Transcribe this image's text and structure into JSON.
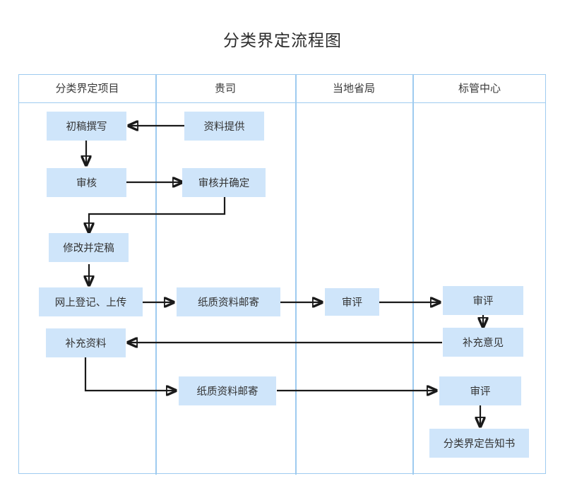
{
  "title": "分类界定流程图",
  "colors": {
    "node_fill": "#cfe5fa",
    "lane_border": "#9ecbf0",
    "connector": "#1a1a1a",
    "text": "#333333",
    "background": "#ffffff"
  },
  "lanes": [
    {
      "label": "分类界定项目"
    },
    {
      "label": "贵司"
    },
    {
      "label": "当地省局"
    },
    {
      "label": "标管中心"
    }
  ],
  "nodes": [
    {
      "id": "n1",
      "label": "初稿撰写",
      "lane": 0
    },
    {
      "id": "n2",
      "label": "资料提供",
      "lane": 1
    },
    {
      "id": "n3",
      "label": "审核",
      "lane": 0
    },
    {
      "id": "n4",
      "label": "审核并确定",
      "lane": 1
    },
    {
      "id": "n5",
      "label": "修改并定稿",
      "lane": 0
    },
    {
      "id": "n6",
      "label": "网上登记、上传",
      "lane": 0
    },
    {
      "id": "n7",
      "label": "纸质资料邮寄",
      "lane": 1
    },
    {
      "id": "n8",
      "label": "审评",
      "lane": 2
    },
    {
      "id": "n9",
      "label": "审评",
      "lane": 3
    },
    {
      "id": "n10",
      "label": "补充资料",
      "lane": 0
    },
    {
      "id": "n11",
      "label": "补充意见",
      "lane": 3
    },
    {
      "id": "n12",
      "label": "纸质资料邮寄",
      "lane": 1
    },
    {
      "id": "n13",
      "label": "审评",
      "lane": 3
    },
    {
      "id": "n14",
      "label": "分类界定告知书",
      "lane": 3
    }
  ],
  "edges": [
    {
      "from": "n2",
      "to": "n1",
      "type": "straight-left"
    },
    {
      "from": "n1",
      "to": "n3",
      "type": "straight-down"
    },
    {
      "from": "n3",
      "to": "n4",
      "type": "straight-right"
    },
    {
      "from": "n4",
      "to": "n5",
      "type": "elbow-down-left"
    },
    {
      "from": "n5",
      "to": "n6",
      "type": "straight-down"
    },
    {
      "from": "n6",
      "to": "n7",
      "type": "straight-right"
    },
    {
      "from": "n7",
      "to": "n8",
      "type": "straight-right"
    },
    {
      "from": "n8",
      "to": "n9",
      "type": "straight-right"
    },
    {
      "from": "n9",
      "to": "n11",
      "type": "straight-down"
    },
    {
      "from": "n11",
      "to": "n10",
      "type": "straight-left"
    },
    {
      "from": "n10",
      "to": "n12",
      "type": "elbow-down-right"
    },
    {
      "from": "n12",
      "to": "n13",
      "type": "straight-right"
    },
    {
      "from": "n13",
      "to": "n14",
      "type": "straight-down"
    }
  ]
}
